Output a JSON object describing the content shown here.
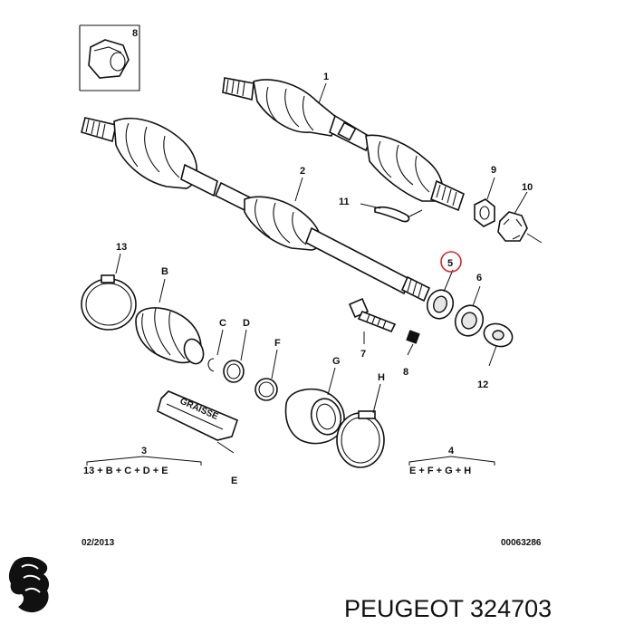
{
  "callouts": {
    "c1": "1",
    "c2": "2",
    "c3": "3",
    "c4": "4",
    "c5": "5",
    "c6": "6",
    "c7": "7",
    "c8a": "8",
    "c8b": "8",
    "c9": "9",
    "c10": "10",
    "c11": "11",
    "c12": "12",
    "c13": "13",
    "cB": "B",
    "cC": "C",
    "cD": "D",
    "cE": "E",
    "cF": "F",
    "cG": "G",
    "cH": "H"
  },
  "kit_left": "13 + B + C + D + E",
  "kit_right": "E + F + G + H",
  "grease_label": "GRAISSE",
  "date_code": "02/2013",
  "doc_number": "00063286",
  "brand_part": "PEUGEOT 324703",
  "highlight_color": "#d9262b"
}
